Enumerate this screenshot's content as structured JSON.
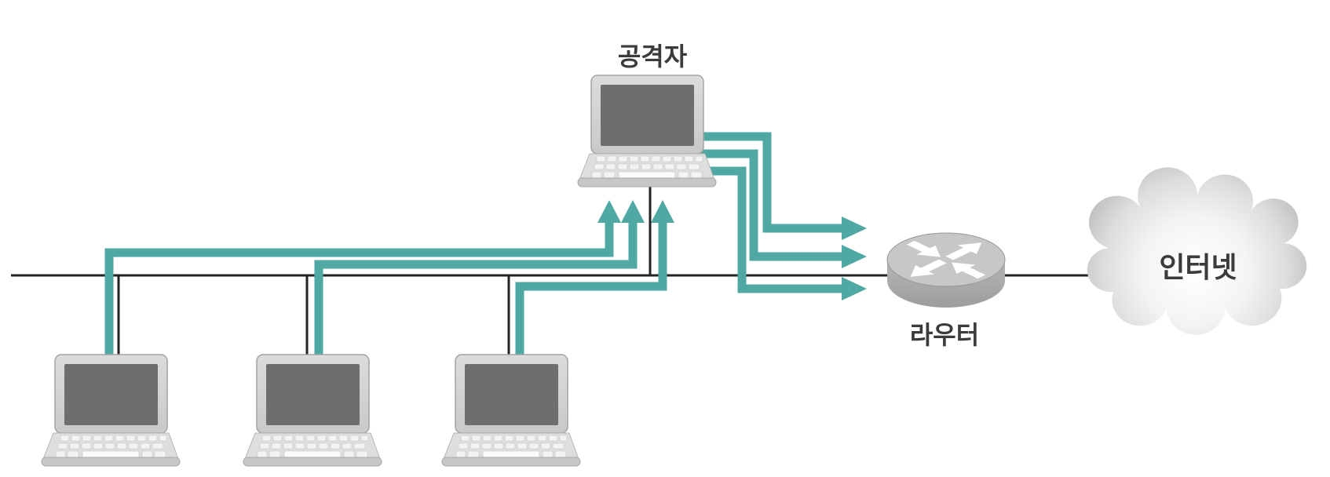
{
  "labels": {
    "attacker": "공격자",
    "router": "라우터",
    "internet": "인터넷"
  },
  "colors": {
    "flow_arrow_teal": "#4fa8a1",
    "link_line_black": "#232323",
    "label_text": "#3b3b3b",
    "laptop_body_gray": "#d3d3d3",
    "laptop_screen_gray": "#6e6e6e",
    "router_gray": "#b0b0b0",
    "cloud_gray": "#c9c9c9"
  },
  "nodes": [
    {
      "id": "victim-laptop-1",
      "type": "laptop",
      "label": ""
    },
    {
      "id": "victim-laptop-2",
      "type": "laptop",
      "label": ""
    },
    {
      "id": "victim-laptop-3",
      "type": "laptop",
      "label": ""
    },
    {
      "id": "attacker-laptop",
      "type": "laptop",
      "label": "공격자"
    },
    {
      "id": "router",
      "type": "router",
      "label": "라우터"
    },
    {
      "id": "internet-cloud",
      "type": "cloud",
      "label": "인터넷"
    }
  ],
  "flows": {
    "intercepted_to_attacker": 3,
    "forwarded_to_router": 3
  }
}
